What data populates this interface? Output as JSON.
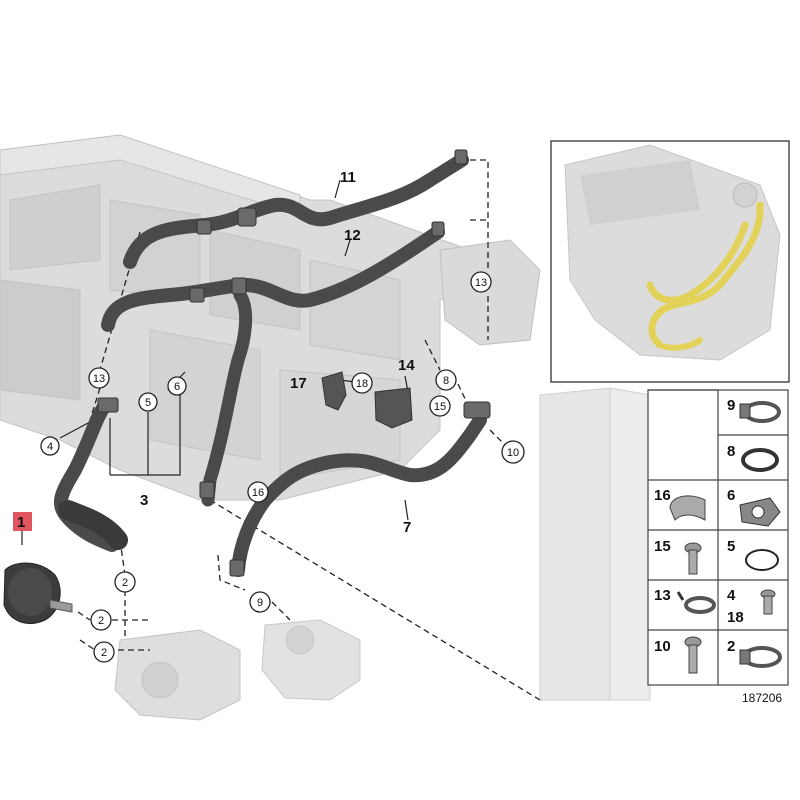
{
  "diagram": {
    "highlighted_label": "1",
    "plain_labels": {
      "l3": "3",
      "l4": "4",
      "l5": "5",
      "l6": "6",
      "l7": "7",
      "l11": "11",
      "l12": "12",
      "l14": "14",
      "l17": "17"
    },
    "circled_labels": {
      "c2a": "2",
      "c2b": "2",
      "c2c": "2",
      "c8": "8",
      "c9": "9",
      "c10": "10",
      "c13a": "13",
      "c13b": "13",
      "c15": "15",
      "c16": "16",
      "c18": "18"
    },
    "parts_legend": [
      {
        "id": "p9",
        "num": "9",
        "icon": "hose-clamp-icon"
      },
      {
        "id": "p8",
        "num": "8",
        "icon": "seal-ring-icon"
      },
      {
        "id": "p16",
        "num": "16",
        "icon": "clip-bracket-icon"
      },
      {
        "id": "p6",
        "num": "6",
        "icon": "gasket-icon"
      },
      {
        "id": "p15",
        "num": "15",
        "icon": "bolt-icon"
      },
      {
        "id": "p5",
        "num": "5",
        "icon": "o-ring-icon"
      },
      {
        "id": "p13",
        "num": "13",
        "icon": "spring-clamp-icon"
      },
      {
        "id": "p4",
        "num": "4",
        "icon": "screw-icon"
      },
      {
        "id": "p18",
        "num": "18",
        "icon": ""
      },
      {
        "id": "p10",
        "num": "10",
        "icon": "bolt-icon"
      },
      {
        "id": "p2",
        "num": "2",
        "icon": "hose-clamp-icon"
      }
    ],
    "diagram_id": "187206",
    "colors": {
      "engine": "#d6d6d6",
      "hose": "#4a4a4a",
      "inset_pipe": "#e3d25a",
      "highlight": "#e05560"
    }
  }
}
